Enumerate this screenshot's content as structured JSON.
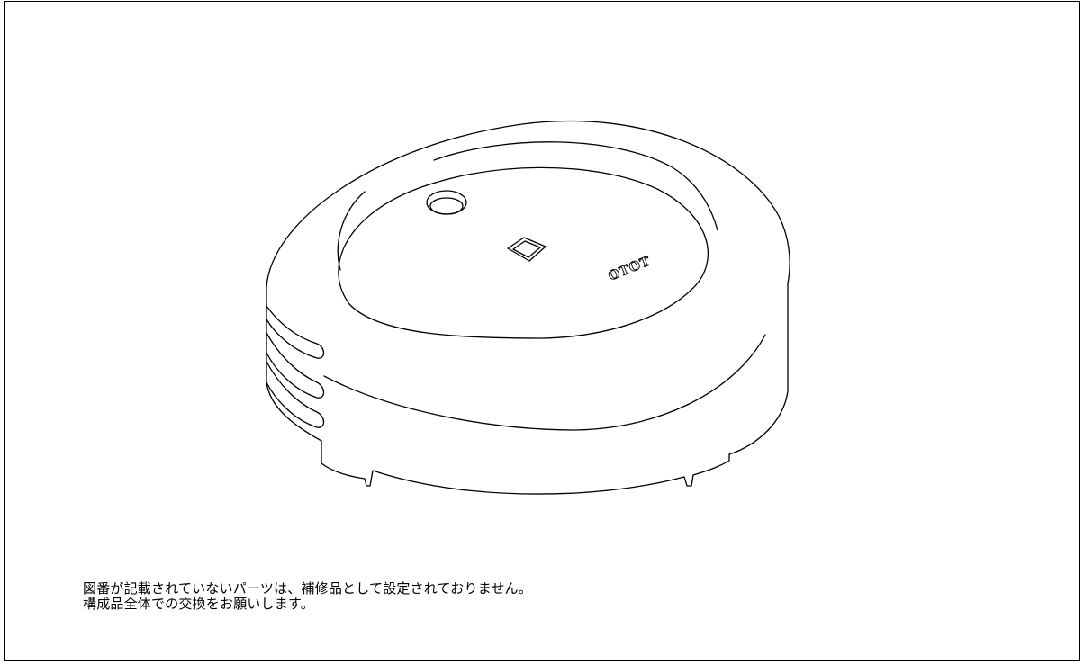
{
  "diagram": {
    "brand_mark": "TOTO",
    "note_lines": [
      "図番が記載されていないパーツは、補修品として設定されておりません。",
      "構成品全体での交換をお願いします。"
    ]
  }
}
